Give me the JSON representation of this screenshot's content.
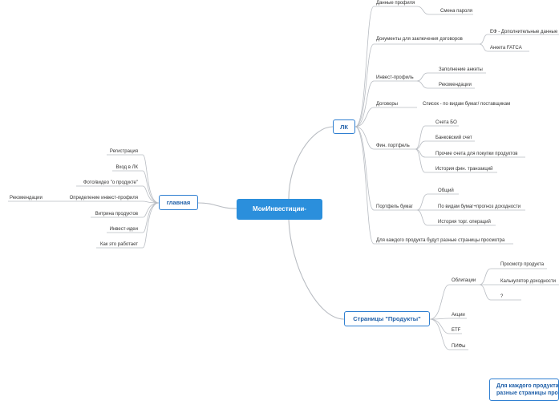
{
  "root": "МоиИнвестиции-",
  "lk": {
    "title": "ЛК",
    "data_profile": "Данные профиля",
    "change_password": "Смена пароля",
    "documents": "Документы для заключения договоров",
    "ef": "ЕФ - Дополнительные данные",
    "fatca": "Анкета FATCA",
    "invest_profile": "Инвест-профиль",
    "fill_form": "Заполнение анкеты",
    "recommendations": "Рекомендации",
    "contracts": "Договоры",
    "contracts_list": "Список - по видам бумаг/ поставщикам",
    "fin_portfolio": "Фин. портфель",
    "bo_accounts": "Счета БО",
    "bank_account": "Банковский счет",
    "other_accounts": "Прочие счета для покупки продуктов",
    "fin_history": "История фин. транзакций",
    "securities_portfolio": "Портфель бумаг",
    "general": "Общий",
    "by_type": "По видам бумаг+прогноз доходности",
    "trade_history": "История торг. операций",
    "each_product": "Для каждого продукта будут разные страницы просмотра"
  },
  "main": {
    "title": "главная",
    "registration": "Регистрация",
    "login": "Вход в ЛК",
    "photo": "Фото/видео \"о продукте\"",
    "define_profile": "Определение инвест-профиля",
    "recommendations": "Рекомендации",
    "showcase": "Витрина продуктов",
    "ideas": "Инвест-идеи",
    "how": "Как это работает"
  },
  "products": {
    "title": "Страницы \"Продукты\"",
    "bonds": "Облигации",
    "view": "Просмотр продукта",
    "calculator": "Калькулятор доходности",
    "question": "?",
    "stocks": "Акции",
    "etf": "ETF",
    "pif": "ПИФы"
  },
  "note": {
    "line1": "Для каждого продукта будут",
    "line2": "разные страницы просмотра"
  }
}
